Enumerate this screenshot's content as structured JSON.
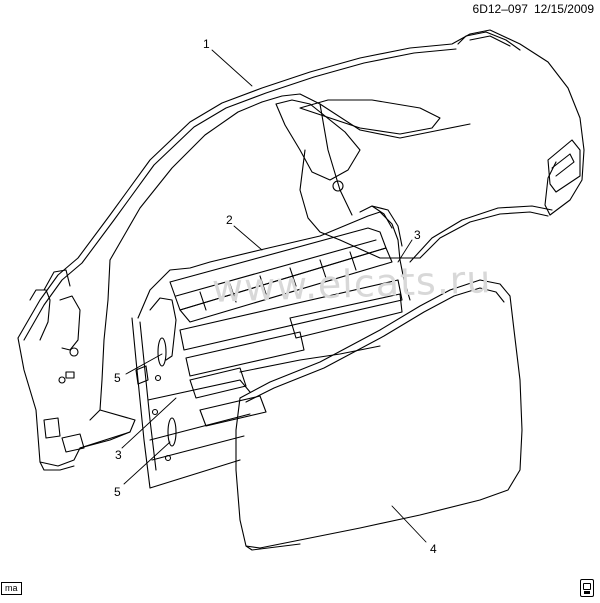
{
  "header": {
    "diagram_code": "6D12–097",
    "date": "12/15/2009"
  },
  "watermark": "www.elcats.ru",
  "callouts": {
    "c1": "1",
    "c2": "2",
    "c3a": "3",
    "c3b": "3",
    "c4": "4",
    "c5a": "5",
    "c5b": "5"
  },
  "footer": {
    "left_tag": "ma",
    "right_icon": "car-manual-icon"
  }
}
